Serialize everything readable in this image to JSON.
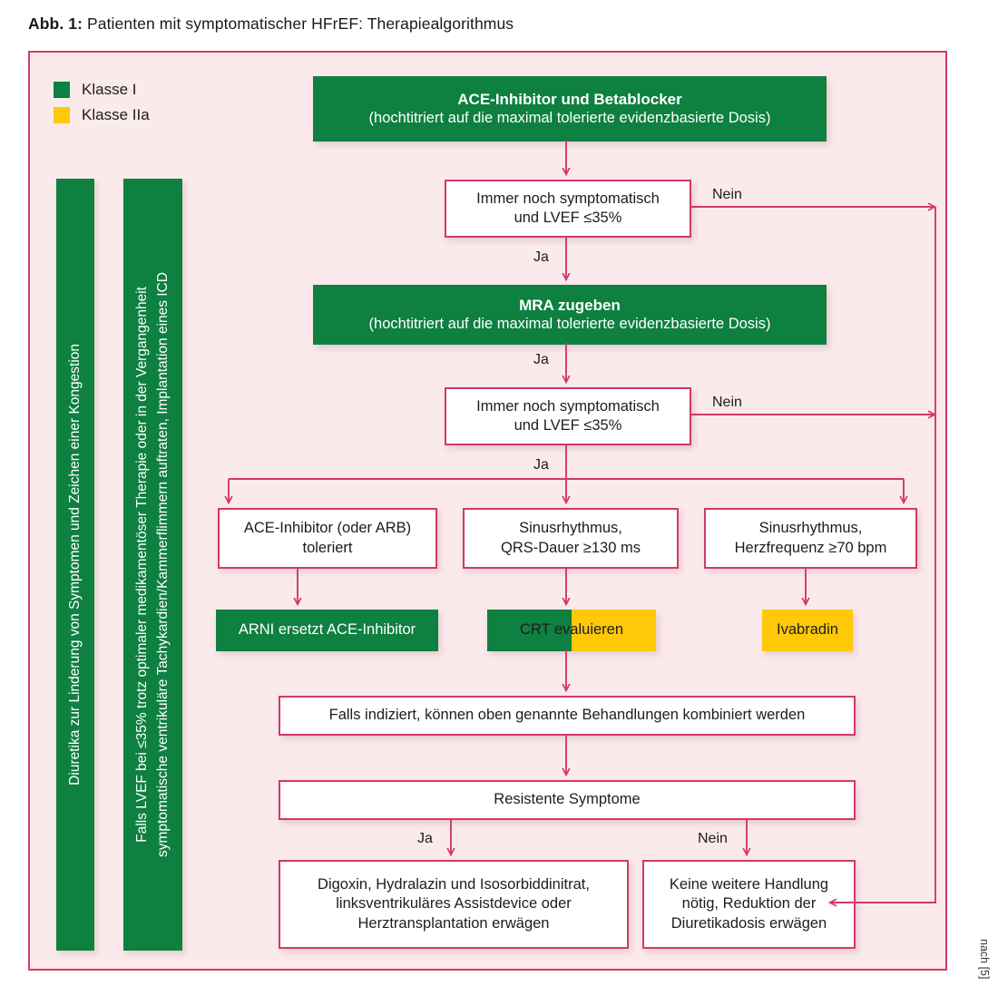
{
  "caption": {
    "label": "Abb. 1:",
    "text": " Patienten mit symptomatischer HFrEF: Therapiealgorithmus"
  },
  "colors": {
    "class_i_green": "#0e8040",
    "class_iia_yellow": "#ffc907",
    "frame_pink": "#d2386a",
    "panel_bg": "#fbeaec",
    "box_white": "#ffffff"
  },
  "legend": {
    "items": [
      {
        "label": "Klasse I",
        "swatch": "#0e8040",
        "icon": "green-square-icon"
      },
      {
        "label": "Klasse IIa",
        "swatch": "#ffc907",
        "icon": "yellow-square-icon"
      }
    ]
  },
  "side_bars": [
    {
      "id": "diuretics-bar",
      "text": "Diuretika zur Linderung von Symptomen und Zeichen einer Kongestion"
    },
    {
      "id": "icd-bar",
      "line1": "Falls LVEF bei ≤35% trotz optimaler medikamentöser Therapie oder in der Vergangenheit",
      "line2": "symptomatische ventrikuläre Tachykardien/Kammerflimmern auftraten, Implantation eines ICD"
    }
  ],
  "nodes": {
    "ace_betablocker": {
      "title": "ACE-Inhibitor und Betablocker",
      "subtitle": "(hochtitriert auf die maximal tolerierte evidenzbasierte Dosis)",
      "klasse": "Klasse I"
    },
    "decision_1": {
      "line1": "Immer noch symptomatisch",
      "line2": "und LVEF ≤35%"
    },
    "mra": {
      "title": "MRA zugeben",
      "subtitle": "(hochtitriert auf die maximal tolerierte evidenzbasierte Dosis)",
      "klasse": "Klasse I"
    },
    "decision_2": {
      "line1": "Immer noch symptomatisch",
      "line2": "und LVEF ≤35%"
    },
    "crit_ace": {
      "line1": "ACE-Inhibitor (oder ARB)",
      "line2": "toleriert"
    },
    "crit_qrs": {
      "line1": "Sinusrhythmus,",
      "line2": "QRS-Dauer ≥130 ms"
    },
    "crit_hr": {
      "line1": "Sinusrhythmus,",
      "line2": "Herzfrequenz ≥70 bpm"
    },
    "arni": {
      "text": "ARNI ersetzt ACE-Inhibitor",
      "klasse": "Klasse I"
    },
    "crt": {
      "text": "CRT evaluieren",
      "klasse": "Klasse I / Klasse IIa"
    },
    "ivabradin": {
      "text": "Ivabradin",
      "klasse": "Klasse IIa"
    },
    "combine": {
      "text": "Falls indiziert, können oben genannte Behandlungen kombiniert werden"
    },
    "resistant": {
      "text": "Resistente Symptome"
    },
    "escalate": {
      "line1": "Digoxin, Hydralazin und Isosorbiddinitrat,",
      "line2": "linksventrikuläres Assistdevice oder",
      "line3": "Herztransplantation erwägen"
    },
    "no_action": {
      "line1": "Keine weitere Handlung",
      "line2": "nötig, Reduktion der",
      "line3": "Diuretikadosis erwägen"
    }
  },
  "edge_labels": {
    "nein_1": "Nein",
    "ja_1": "Ja",
    "ja_2": "Ja",
    "nein_2": "Nein",
    "ja_3": "Ja",
    "ja_4": "Ja",
    "nein_3": "Nein"
  },
  "source_note": "nach [5]"
}
